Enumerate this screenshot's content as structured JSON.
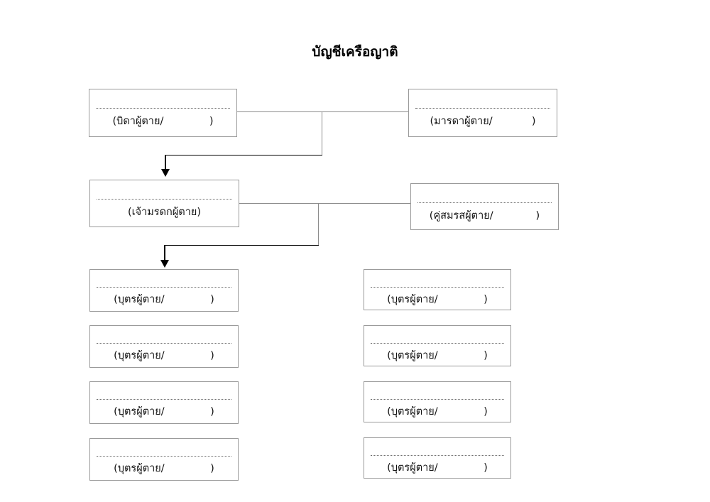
{
  "document": {
    "title": "บัญชีเครือญาติ",
    "background_color": "#ffffff",
    "box_border_color": "#9a9a9a",
    "connector_color": "#8c8c8c",
    "arrow_color": "#000000"
  },
  "nodes": {
    "father": {
      "label": "(บิดาผู้ตาย/              )"
    },
    "mother": {
      "label": "(มารดาผู้ตาย/            )"
    },
    "deceased": {
      "label": "(เจ้ามรดกผู้ตาย)"
    },
    "spouse": {
      "label": "(คู่สมรสผู้ตาย/             )"
    }
  },
  "children": {
    "left_column": [
      {
        "label": "(บุตรผู้ตาย/              )"
      },
      {
        "label": "(บุตรผู้ตาย/              )"
      },
      {
        "label": "(บุตรผู้ตาย/              )"
      },
      {
        "label": "(บุตรผู้ตาย/              )"
      }
    ],
    "right_column": [
      {
        "label": "(บุตรผู้ตาย/              )"
      },
      {
        "label": "(บุตรผู้ตาย/              )"
      },
      {
        "label": "(บุตรผู้ตาย/              )"
      },
      {
        "label": "(บุตรผู้ตาย/              )"
      }
    ]
  }
}
